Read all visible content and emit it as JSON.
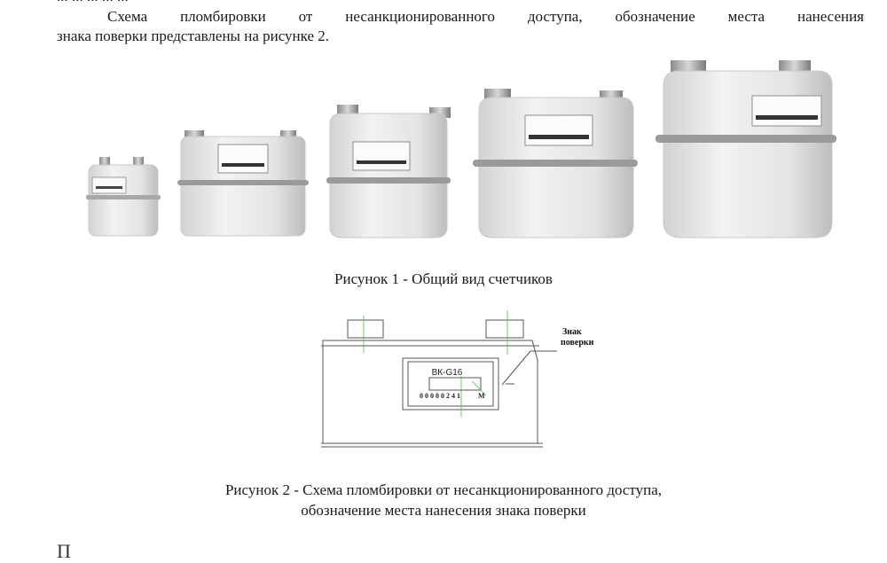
{
  "document": {
    "top_cut_text": "... ... ... ... ...",
    "paragraph_line1": "Схема пломбировки от несанкционированного доступа, обозначение места нанесения",
    "paragraph_line2": "знака поверки представлены на рисунке 2.",
    "figure1_caption": "Рисунок 1 - Общий вид счетчиков",
    "figure2_caption_line1": "Рисунок 2 - Схема пломбировки от несанкционированного доступа,",
    "figure2_caption_line2": "обозначение места нанесения знака поверки",
    "bottom_cut_text": "П"
  },
  "figure2": {
    "meter_label": "ВК-G16",
    "counter_digits": "0 0 0 0 0 2 4 1",
    "counter_unit": "M",
    "annotation_line1": "Знак",
    "annotation_line2": "поверки"
  },
  "colors": {
    "seal_mark": "#3cc43c",
    "meter_body": "#e6e6e6",
    "meter_band": "#9a9a9a"
  }
}
